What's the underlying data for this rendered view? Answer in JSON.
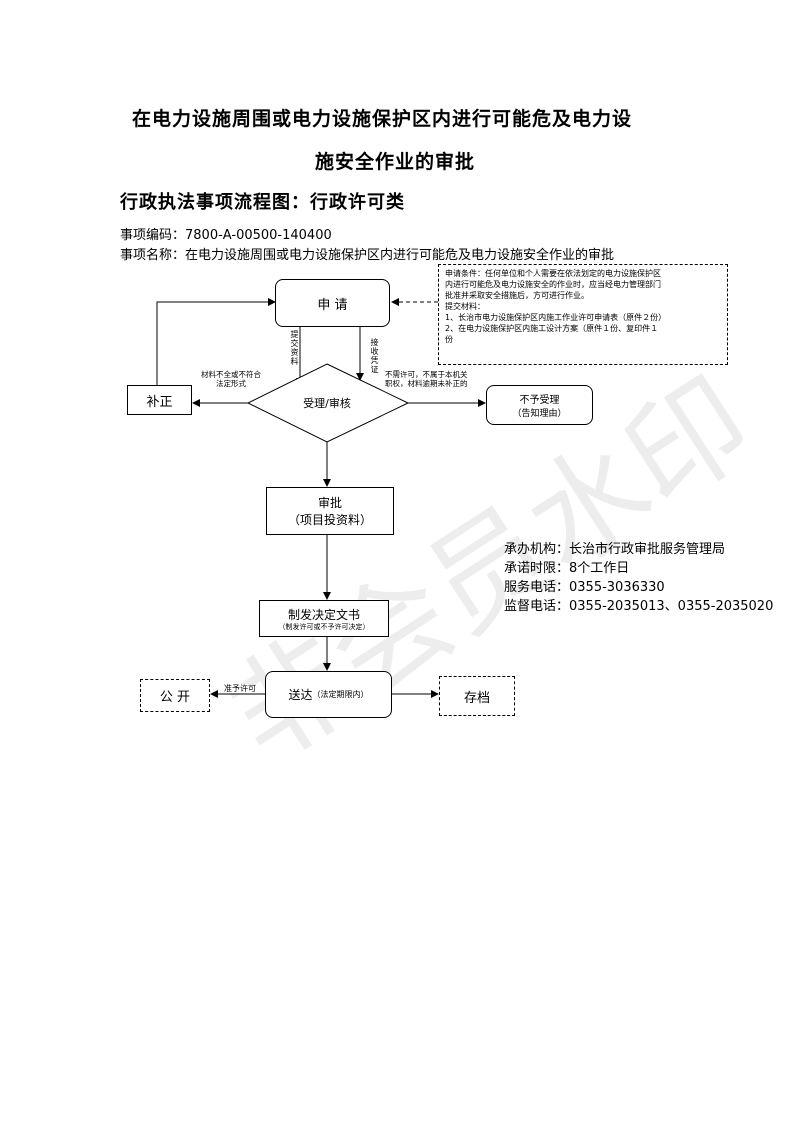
{
  "title_line1": "在电力设施周围或电力设施保护区内进行可能危及电力设",
  "title_line2": "施安全作业的审批",
  "subtitle": "行政执法事项流程图：行政许可类",
  "code_line": "事项编码：7800-A-00500-140400",
  "name_line": "事项名称：在电力设施周围或电力设施保护区内进行可能危及电力设施安全作业的审批",
  "note": {
    "lines": [
      "申请条件：任何单位和个人需要在依法划定的电力设施保护区",
      "内进行可能危及电力设施安全的作业时，应当经电力管理部门",
      "批准并采取安全措施后，方可进行作业。",
      "提交材料：",
      "1、长治市电力设施保护区内施工作业许可申请表（原件２份）",
      "2、在电力设施保护区内施工设计方案（原件１份、复印件１",
      "份"
    ]
  },
  "nodes": {
    "apply": "申 请",
    "review": "受理/审核",
    "correct": "补正",
    "reject_main": "不予受理",
    "reject_sub": "（告知理由）",
    "approve_main": "审批",
    "approve_sub": "（项目投资料）",
    "decision_main": "制发决定文书",
    "decision_sub": "（制发许可或不予许可决定）",
    "deliver_main": "送达",
    "deliver_sub": "（法定期限内）",
    "publish": "公 开",
    "archive": "存档"
  },
  "labels": {
    "submit": "提交资料",
    "accept": "接收凭证",
    "incomplete_1": "材料不全或不符合",
    "incomplete_2": "法定形式",
    "reject_reason_1": "不需许可，不属于本机关",
    "reject_reason_2": "职权，材料逾期未补正的",
    "grant": "准予许可"
  },
  "info": {
    "org": "承办机构：长治市行政审批服务管理局",
    "time": "承诺时限：8个工作日",
    "phone": "服务电话：0355-3036330",
    "supervise": "监督电话：0355-2035013、0355-2035020"
  },
  "watermark": "非会员水印"
}
